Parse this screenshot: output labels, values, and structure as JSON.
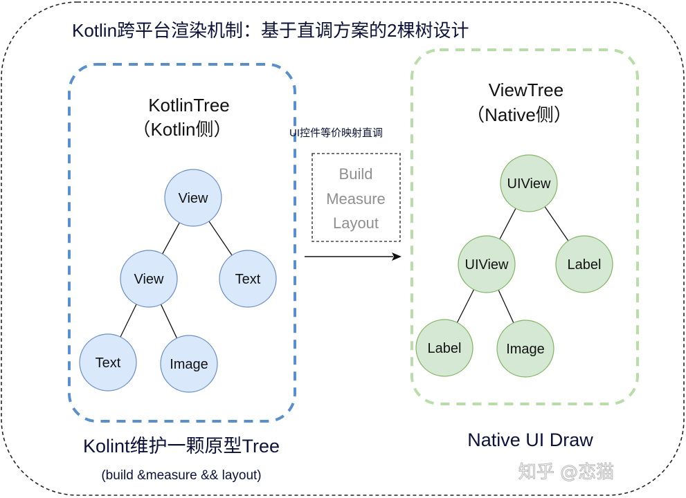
{
  "title": "Kotlin跨平台渲染机制：基于直调方案的2棵树设计",
  "colors": {
    "kotlin_border": "#5b8fca",
    "kotlin_node_fill": "#dae8fc",
    "kotlin_node_stroke": "#6c8ebf",
    "native_border": "#b9dcaa",
    "native_node_fill": "#d5e8d4",
    "native_node_stroke": "#82b366",
    "outer_border": "#222222",
    "title_color": "#0d1136"
  },
  "kotlin_tree": {
    "heading_line1": "KotlinTree",
    "heading_line2": "（Kotlin侧）",
    "nodes": [
      {
        "id": "k_root",
        "label": "View"
      },
      {
        "id": "k_view",
        "label": "View"
      },
      {
        "id": "k_text_right",
        "label": "Text"
      },
      {
        "id": "k_text_left",
        "label": "Text"
      },
      {
        "id": "k_image",
        "label": "Image"
      }
    ],
    "edges": [
      [
        "k_root",
        "k_view"
      ],
      [
        "k_root",
        "k_text_right"
      ],
      [
        "k_view",
        "k_text_left"
      ],
      [
        "k_view",
        "k_image"
      ]
    ],
    "caption_main": "Kolint维护一颗原型Tree",
    "caption_sub": "(build &measure && layout)"
  },
  "bridge": {
    "label": "UI控件等价映射直调",
    "steps": [
      "Build",
      "Measure",
      "Layout"
    ]
  },
  "native_tree": {
    "heading_line1": "ViewTree",
    "heading_line2": "（Native侧）",
    "nodes": [
      {
        "id": "n_root",
        "label": "UIView"
      },
      {
        "id": "n_view",
        "label": "UIView"
      },
      {
        "id": "n_label_right",
        "label": "Label"
      },
      {
        "id": "n_label_left",
        "label": "Label"
      },
      {
        "id": "n_image",
        "label": "Image"
      }
    ],
    "edges": [
      [
        "n_root",
        "n_view"
      ],
      [
        "n_root",
        "n_label_right"
      ],
      [
        "n_view",
        "n_label_left"
      ],
      [
        "n_view",
        "n_image"
      ]
    ],
    "caption_main": "Native UI Draw"
  },
  "watermark": "知乎 @恋猫"
}
